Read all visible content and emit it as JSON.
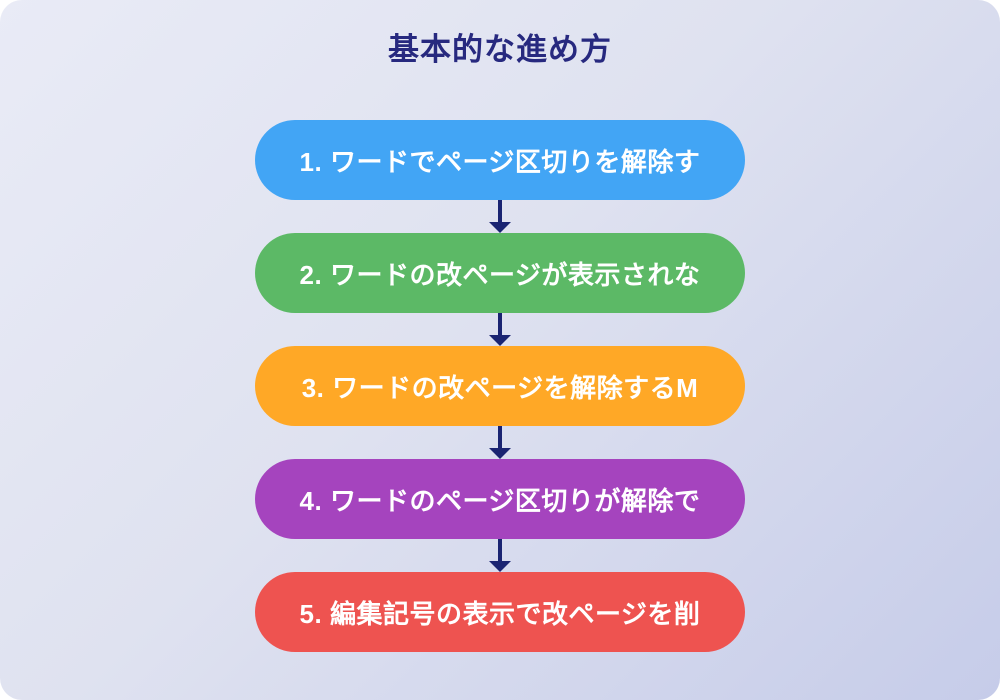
{
  "title": {
    "text": "基本的な進め方",
    "color": "#27297f"
  },
  "colors": {
    "background_start": "#e9ebf6",
    "background_end": "#c6cce9",
    "arrow": "#1a2472",
    "step_text": "#ffffff"
  },
  "steps": [
    {
      "label": "1. ワードでページ区切りを解除す",
      "color": "#42a5f5"
    },
    {
      "label": "2. ワードの改ページが表示されな",
      "color": "#5cb966"
    },
    {
      "label": "3. ワードの改ページを解除するM",
      "color": "#ffa826"
    },
    {
      "label": "4. ワードのページ区切りが解除で",
      "color": "#a544be"
    },
    {
      "label": "5. 編集記号の表示で改ページを削",
      "color": "#ee5350"
    }
  ]
}
